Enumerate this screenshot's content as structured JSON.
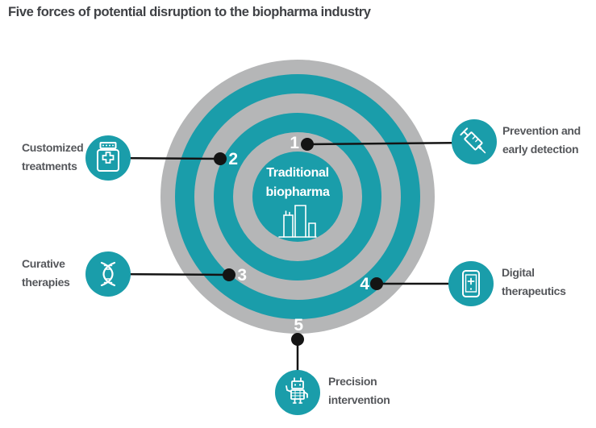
{
  "title": "Five forces of potential disruption to the biopharma industry",
  "colors": {
    "teal": "#1A9DAA",
    "ring_gray": "#B5B6B7",
    "connector_black": "#141414",
    "title_text": "#3F4145",
    "label_text": "#55575B",
    "icon_white": "#FFFFFF"
  },
  "center": {
    "lines": [
      "Traditional",
      "biopharma"
    ],
    "icon": "bar-chart-icon"
  },
  "forces": [
    {
      "number": "1",
      "icon": "syringe-icon",
      "lines": [
        "Prevention and",
        "early detection"
      ],
      "side": "right"
    },
    {
      "number": "2",
      "icon": "medicine-bottle-icon",
      "lines": [
        "Customized",
        "treatments"
      ],
      "side": "left"
    },
    {
      "number": "3",
      "icon": "dna-icon",
      "lines": [
        "Curative",
        "therapies"
      ],
      "side": "left"
    },
    {
      "number": "4",
      "icon": "smartphone-icon",
      "lines": [
        "Digital",
        "therapeutics"
      ],
      "side": "right"
    },
    {
      "number": "5",
      "icon": "robot-icon",
      "lines": [
        "Precision",
        "intervention"
      ],
      "side": "bottom"
    }
  ]
}
